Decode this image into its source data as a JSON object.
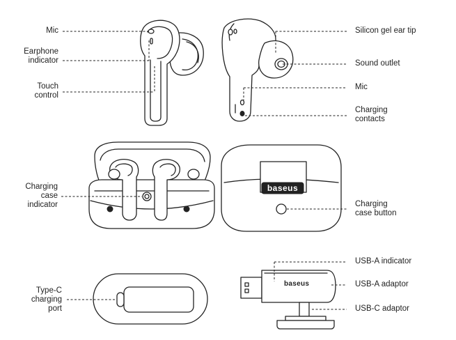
{
  "labels": {
    "mic_left": "Mic",
    "earphone_indicator": "Earphone\nindicator",
    "touch_control": "Touch\ncontrol",
    "silicon_tip": "Silicon gel ear tip",
    "sound_outlet": "Sound outlet",
    "mic_right": "Mic",
    "charging_contacts": "Charging\ncontacts",
    "case_indicator": "Charging\ncase\nindicator",
    "case_button": "Charging\ncase button",
    "usb_a_indicator": "USB-A indicator",
    "usb_a_adaptor": "USB-A adaptor",
    "usb_c_adaptor": "USB-C adaptor",
    "type_c_port": "Type-C\ncharging\nport"
  },
  "brand": {
    "case_logo": "baseus",
    "adaptor_logo": "baseus"
  }
}
